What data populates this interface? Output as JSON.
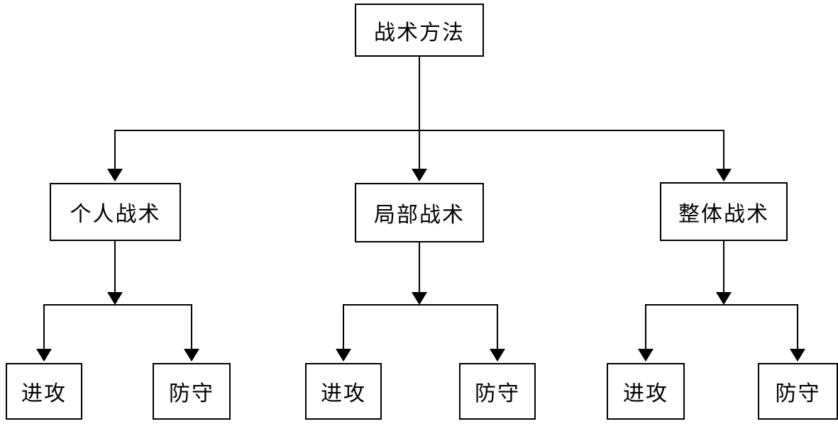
{
  "diagram": {
    "root_label": "战术方法",
    "branches": [
      {
        "label": "个人战术",
        "children": [
          {
            "label": "进攻"
          },
          {
            "label": "防守"
          }
        ]
      },
      {
        "label": "局部战术",
        "children": [
          {
            "label": "进攻"
          },
          {
            "label": "防守"
          }
        ]
      },
      {
        "label": "整体战术",
        "children": [
          {
            "label": "进攻"
          },
          {
            "label": "防守"
          }
        ]
      }
    ],
    "colors": {
      "line": "#000000",
      "background": "#ffffff",
      "text": "#000000"
    }
  }
}
